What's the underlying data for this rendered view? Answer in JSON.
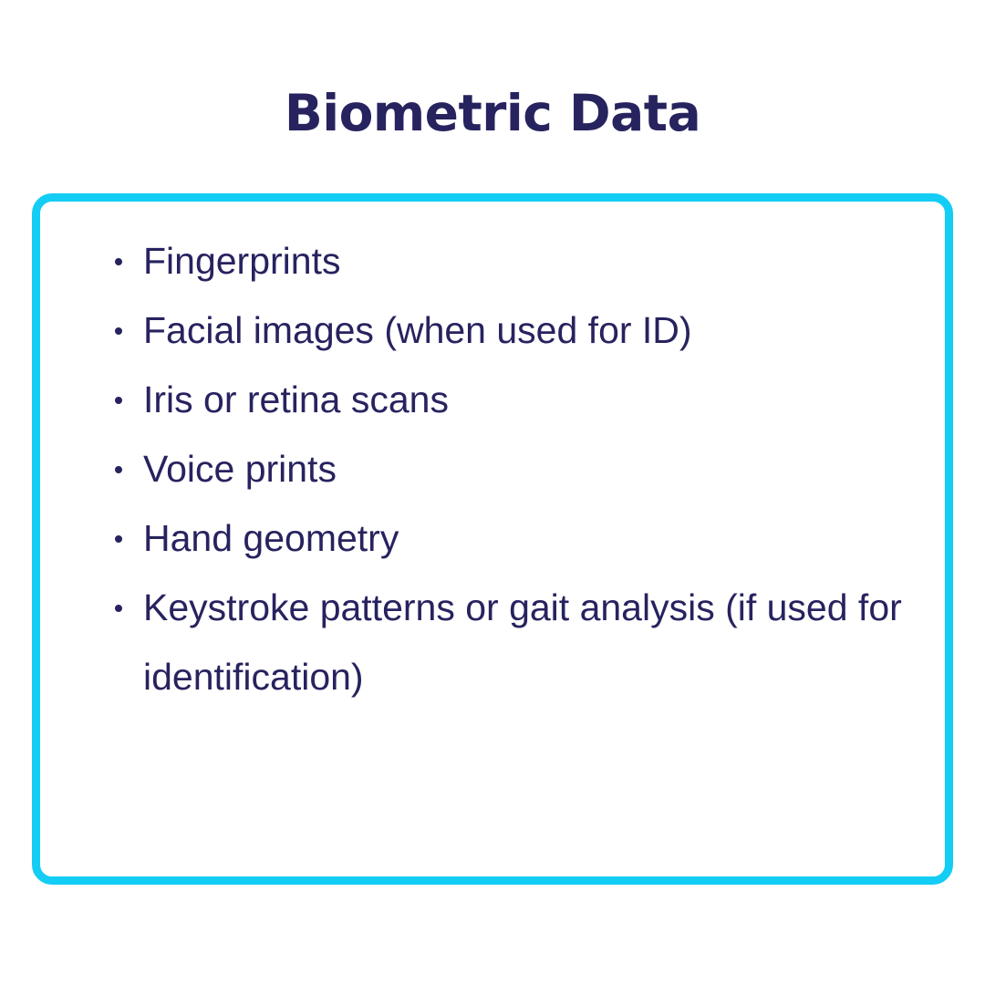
{
  "title": "Biometric Data",
  "colors": {
    "title_text": "#27235f",
    "body_text": "#27235f",
    "card_border": "#14cdf5",
    "background": "#ffffff"
  },
  "items": [
    "Fingerprints",
    "Facial images (when used for ID)",
    "Iris or retina scans",
    "Voice prints",
    "Hand geometry",
    "Keystroke patterns or gait analysis (if used for identification)"
  ]
}
